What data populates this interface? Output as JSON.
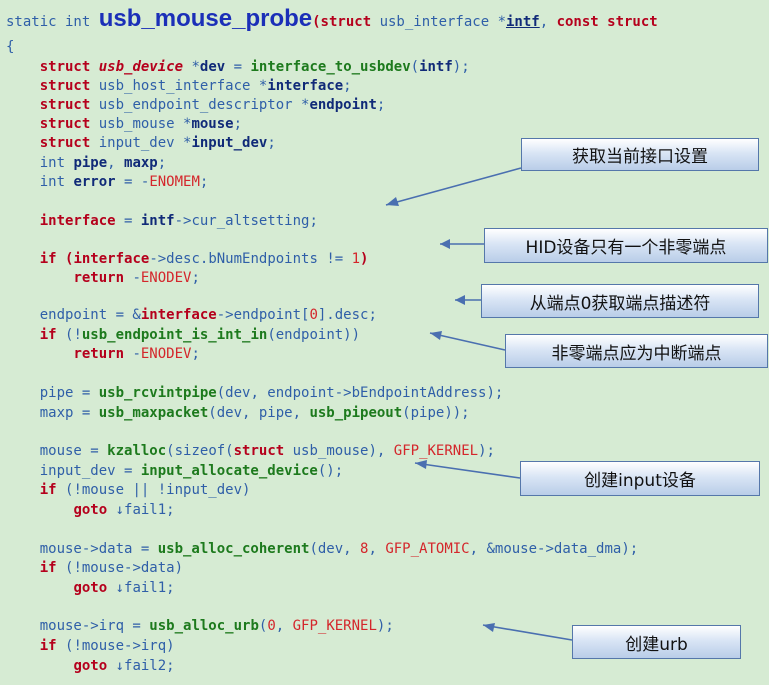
{
  "code": {
    "lines": [
      [
        [
          "ty",
          "static int "
        ],
        [
          "big",
          "usb_mouse_probe"
        ],
        [
          "kw",
          "("
        ],
        [
          "kw",
          "struct "
        ],
        [
          "ty",
          "usb_interface *"
        ],
        [
          "idu",
          "intf"
        ],
        [
          "op",
          ", "
        ],
        [
          "kw",
          "const struct"
        ]
      ],
      [
        [
          "op",
          "{"
        ]
      ],
      [
        [
          "op",
          "    "
        ],
        [
          "kw",
          "struct "
        ],
        [
          "tyi",
          "usb_device"
        ],
        [
          "op",
          " *"
        ],
        [
          "id",
          "dev"
        ],
        [
          "op",
          " = "
        ],
        [
          "fn",
          "interface_to_usbdev"
        ],
        [
          "op",
          "("
        ],
        [
          "id",
          "intf"
        ],
        [
          "op",
          ");"
        ]
      ],
      [
        [
          "op",
          "    "
        ],
        [
          "kw",
          "struct "
        ],
        [
          "ty",
          "usb_host_interface *"
        ],
        [
          "id",
          "interface"
        ],
        [
          "op",
          ";"
        ]
      ],
      [
        [
          "op",
          "    "
        ],
        [
          "kw",
          "struct "
        ],
        [
          "ty",
          "usb_endpoint_descriptor *"
        ],
        [
          "id",
          "endpoint"
        ],
        [
          "op",
          ";"
        ]
      ],
      [
        [
          "op",
          "    "
        ],
        [
          "kw",
          "struct "
        ],
        [
          "ty",
          "usb_mouse *"
        ],
        [
          "id",
          "mouse"
        ],
        [
          "op",
          ";"
        ]
      ],
      [
        [
          "op",
          "    "
        ],
        [
          "kw",
          "struct "
        ],
        [
          "ty",
          "input_dev *"
        ],
        [
          "id",
          "input_dev"
        ],
        [
          "op",
          ";"
        ]
      ],
      [
        [
          "op",
          "    "
        ],
        [
          "ty",
          "int "
        ],
        [
          "id",
          "pipe"
        ],
        [
          "op",
          ", "
        ],
        [
          "id",
          "maxp"
        ],
        [
          "op",
          ";"
        ]
      ],
      [
        [
          "op",
          "    "
        ],
        [
          "ty",
          "int "
        ],
        [
          "id",
          "error"
        ],
        [
          "op",
          " = -"
        ],
        [
          "nm",
          "ENOMEM"
        ],
        [
          "op",
          ";"
        ]
      ],
      [],
      [
        [
          "op",
          "    "
        ],
        [
          "kw",
          "interface"
        ],
        [
          "op",
          " = "
        ],
        [
          "id",
          "intf"
        ],
        [
          "op",
          "->cur_altsetting;"
        ]
      ],
      [],
      [
        [
          "op",
          "    "
        ],
        [
          "kw",
          "if "
        ],
        [
          "kw",
          "("
        ],
        [
          "kw",
          "interface"
        ],
        [
          "op",
          "->desc.bNumEndpoints != "
        ],
        [
          "nm",
          "1"
        ],
        [
          "kw",
          ")"
        ]
      ],
      [
        [
          "op",
          "        "
        ],
        [
          "kw",
          "return"
        ],
        [
          "op",
          " -"
        ],
        [
          "nm",
          "ENODEV"
        ],
        [
          "op",
          ";"
        ]
      ],
      [],
      [
        [
          "op",
          "    endpoint = &"
        ],
        [
          "kw",
          "interface"
        ],
        [
          "op",
          "->endpoint["
        ],
        [
          "nm",
          "0"
        ],
        [
          "op",
          "].desc;"
        ]
      ],
      [
        [
          "op",
          "    "
        ],
        [
          "kw",
          "if "
        ],
        [
          "op",
          "(!"
        ],
        [
          "fn",
          "usb_endpoint_is_int_in"
        ],
        [
          "op",
          "(endpoint))"
        ]
      ],
      [
        [
          "op",
          "        "
        ],
        [
          "kw",
          "return"
        ],
        [
          "op",
          " -"
        ],
        [
          "nm",
          "ENODEV"
        ],
        [
          "op",
          ";"
        ]
      ],
      [],
      [
        [
          "op",
          "    pipe = "
        ],
        [
          "fn",
          "usb_rcvintpipe"
        ],
        [
          "op",
          "(dev, endpoint->bEndpointAddress);"
        ]
      ],
      [
        [
          "op",
          "    maxp = "
        ],
        [
          "fn",
          "usb_maxpacket"
        ],
        [
          "op",
          "(dev, pipe, "
        ],
        [
          "fn",
          "usb_pipeout"
        ],
        [
          "op",
          "(pipe));"
        ]
      ],
      [],
      [
        [
          "op",
          "    mouse = "
        ],
        [
          "fn",
          "kzalloc"
        ],
        [
          "op",
          "(sizeof("
        ],
        [
          "kw",
          "struct "
        ],
        [
          "op",
          "usb_mouse), "
        ],
        [
          "nm",
          "GFP_KERNEL"
        ],
        [
          "op",
          ");"
        ]
      ],
      [
        [
          "op",
          "    input_dev = "
        ],
        [
          "fn",
          "input_allocate_device"
        ],
        [
          "op",
          "();"
        ]
      ],
      [
        [
          "op",
          "    "
        ],
        [
          "kw",
          "if "
        ],
        [
          "op",
          "(!mouse || !input_dev)"
        ]
      ],
      [
        [
          "op",
          "        "
        ],
        [
          "kw",
          "goto "
        ],
        [
          "op",
          "↓fail1;"
        ]
      ],
      [],
      [
        [
          "op",
          "    mouse->data = "
        ],
        [
          "fn",
          "usb_alloc_coherent"
        ],
        [
          "op",
          "(dev, "
        ],
        [
          "nm",
          "8"
        ],
        [
          "op",
          ", "
        ],
        [
          "nm",
          "GFP_ATOMIC"
        ],
        [
          "op",
          ", &mouse->data_dma);"
        ]
      ],
      [
        [
          "op",
          "    "
        ],
        [
          "kw",
          "if "
        ],
        [
          "op",
          "(!mouse->data)"
        ]
      ],
      [
        [
          "op",
          "        "
        ],
        [
          "kw",
          "goto "
        ],
        [
          "op",
          "↓fail1;"
        ]
      ],
      [],
      [
        [
          "op",
          "    mouse->irq = "
        ],
        [
          "fn",
          "usb_alloc_urb"
        ],
        [
          "op",
          "("
        ],
        [
          "nm",
          "0"
        ],
        [
          "op",
          ", "
        ],
        [
          "nm",
          "GFP_KERNEL"
        ],
        [
          "op",
          ");"
        ]
      ],
      [
        [
          "op",
          "    "
        ],
        [
          "kw",
          "if "
        ],
        [
          "op",
          "(!mouse->irq)"
        ]
      ],
      [
        [
          "op",
          "        "
        ],
        [
          "kw",
          "goto "
        ],
        [
          "op",
          "↓fail2;"
        ]
      ]
    ]
  },
  "callouts": {
    "get_setting": "获取当前接口设置",
    "hid_endpoint": "HID设备只有一个非零端点",
    "get_descriptor": "从端点0获取端点描述符",
    "interrupt_endpoint": "非零端点应为中断端点",
    "create_input": "创建input设备",
    "create_urb": "创建urb"
  },
  "colors": {
    "background": "#d6ebd3",
    "keyword": "#b5001c",
    "type": "#2f5fa8",
    "identifier": "#102a78",
    "function": "#1d7a1d",
    "number": "#d4262b",
    "arrow": "#4a6fb0"
  }
}
